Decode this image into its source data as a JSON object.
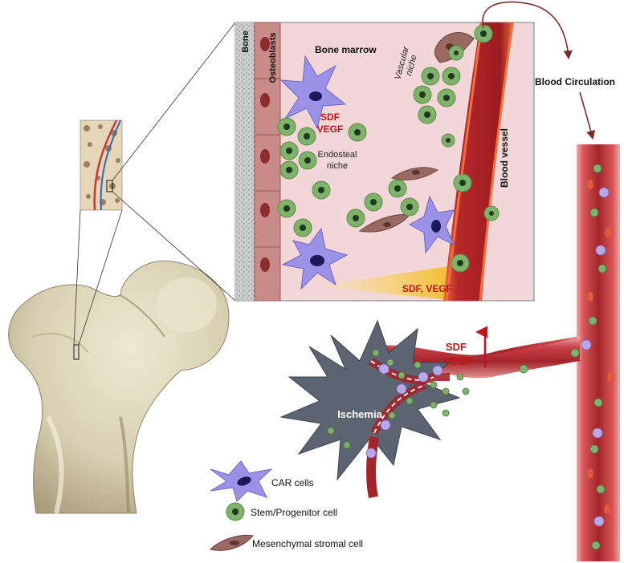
{
  "inset": {
    "bone": "Bone",
    "osteoblasts": "Osteoblasts",
    "bone_marrow": "Bone marrow",
    "vascular_niche": [
      "Vascular",
      "niche"
    ],
    "sdf": "SDF",
    "vegf": "VEGF",
    "endosteal_niche": [
      "Endosteal",
      "niche"
    ],
    "blood_vessel": "Blood vessel",
    "gradient": "SDF, VEGF"
  },
  "blood_circulation": "Blood Circulation",
  "ischemia": {
    "label": "Ischemia",
    "sdf": "SDF",
    "vegf": "VEGF"
  },
  "legend": {
    "car_cells": "CAR cells",
    "stem_progenitor": "Stem/Progenitor cell",
    "mesenchymal": "Mesenchymal stromal cell"
  },
  "colors": {
    "marrow_bg": "#f3d7d8",
    "vessel_dark": "#8e1e22",
    "vessel_orange": "#e8612c",
    "stem_green": "#7fb26a",
    "stem_nucleus": "#1e3a1e",
    "car_purple": "#9b92e8",
    "stromal_brown": "#9a6a62",
    "accent_red": "#c0141b",
    "arrow_brown": "#7a2a2a",
    "gradient_yellow": "#f2c230",
    "ischemia_gray": "#5b6470"
  }
}
